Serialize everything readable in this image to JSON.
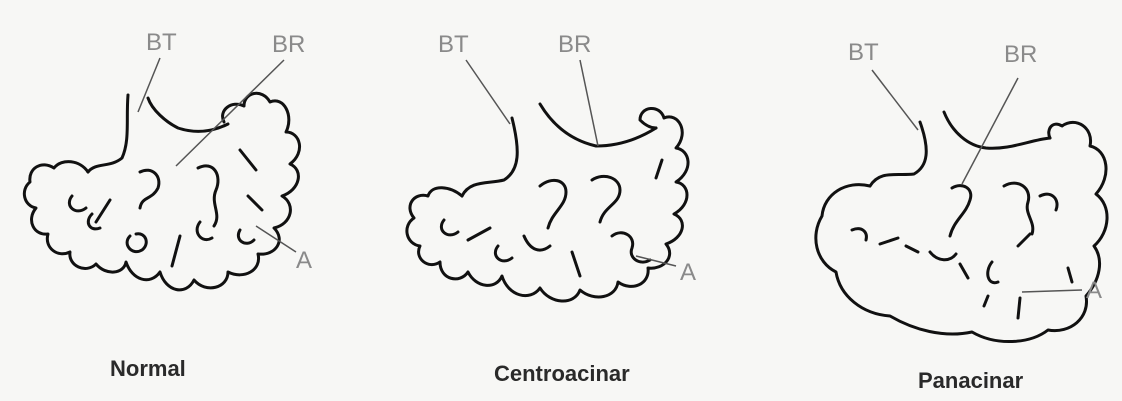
{
  "panels": [
    {
      "caption": "Normal",
      "labels": {
        "bt": "BT",
        "br": "BR",
        "a": "A"
      }
    },
    {
      "caption": "Centroacinar",
      "labels": {
        "bt": "BT",
        "br": "BR",
        "a": "A"
      }
    },
    {
      "caption": "Panacinar",
      "labels": {
        "bt": "BT",
        "br": "BR",
        "a": "A"
      }
    }
  ]
}
